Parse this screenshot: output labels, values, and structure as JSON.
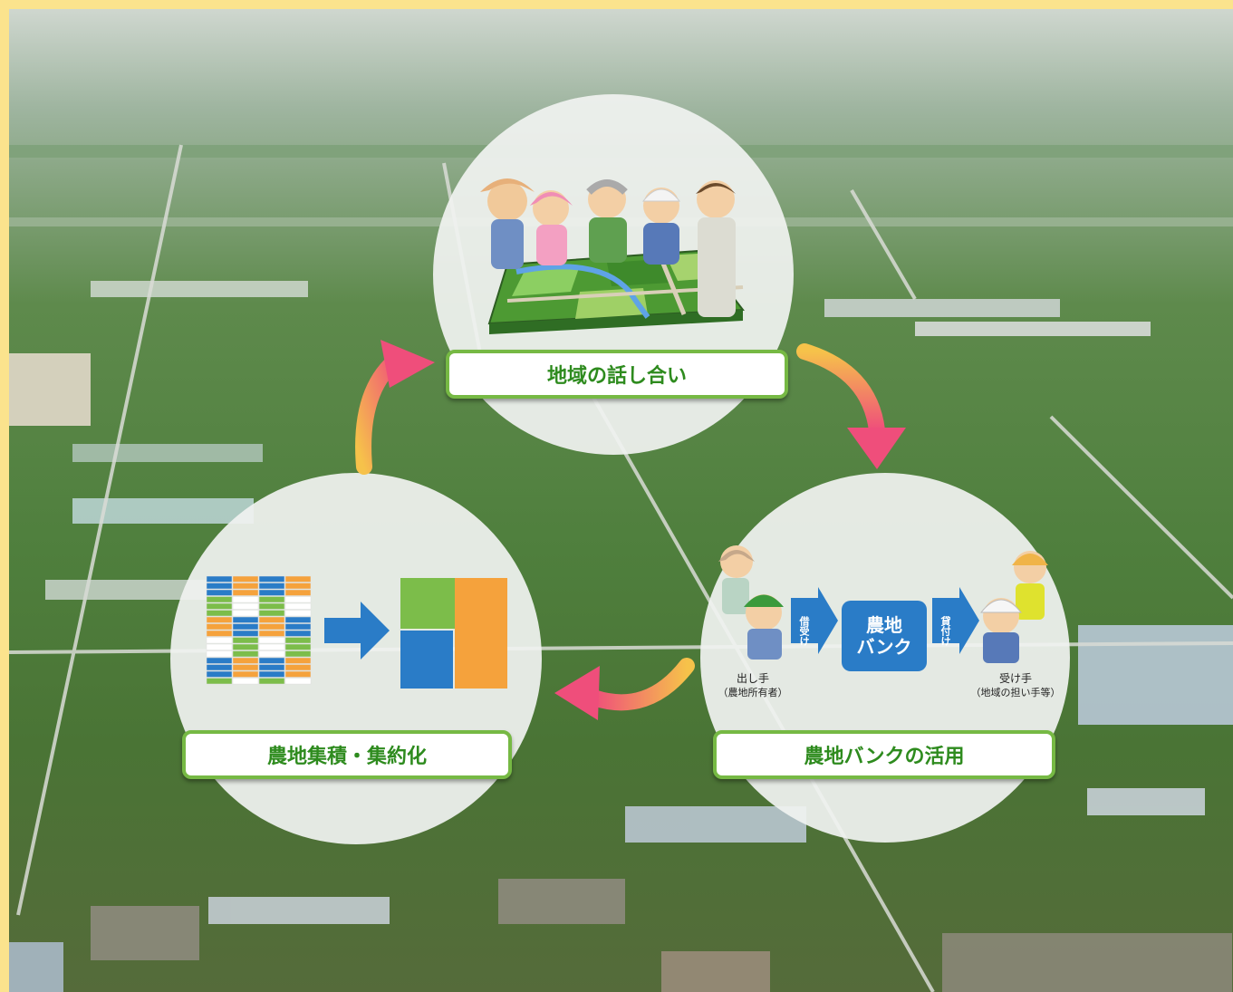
{
  "cycle": {
    "top": {
      "label": "地域の話し合い"
    },
    "right": {
      "label": "農地バンクの活用"
    },
    "left": {
      "label": "農地集積・集約化"
    }
  },
  "bank": {
    "box_line1": "農地",
    "box_line2": "バンク",
    "borrow_label": "借受け",
    "lend_label": "貸付け",
    "giver": {
      "name": "出し手",
      "detail": "（農地所有者）"
    },
    "receiver": {
      "name": "受け手",
      "detail": "（地域の担い手等）"
    }
  },
  "colors": {
    "frame": "#fbe38d",
    "label_border": "#76b944",
    "label_text": "#2e8b1e",
    "bank_blue": "#2a7cc7",
    "plot_green": "#7cbd4a",
    "plot_blue": "#2a7cc7",
    "plot_orange": "#f5a23c",
    "arrow_start": "#f6c24a",
    "arrow_end": "#ef4e7b"
  }
}
